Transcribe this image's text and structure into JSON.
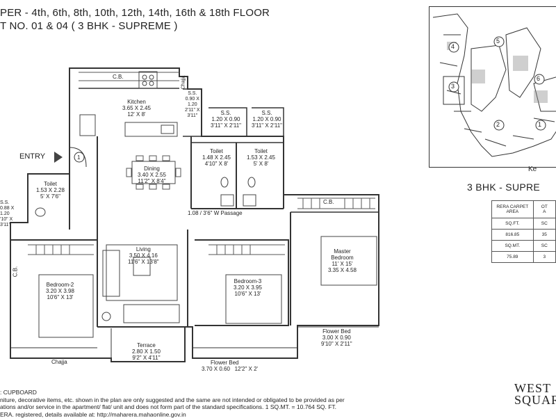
{
  "header": {
    "line1": "PER - 4th, 6th, 8th, 10th, 12th, 14th, 16th  & 18th FLOOR",
    "line2": "T NO. 01 & 04 ( 3 BHK - SUPREME )"
  },
  "entry": {
    "label": "ENTRY",
    "number": "1"
  },
  "rooms": {
    "kitchen": {
      "name": "Kitchen",
      "metric": "3.65 X 2.45",
      "imperial": "12' X 8'"
    },
    "dining": {
      "name": "Dining",
      "metric": "3.40 X 2.55",
      "imperial": "11'2\" X 8'4\""
    },
    "toilet_left": {
      "name": "Toilet",
      "metric": "1.53 X 2.28",
      "imperial": "5' X 7'6\""
    },
    "toilet_mid": {
      "name": "Toilet",
      "metric": "1.48 X 2.45",
      "imperial": "4'10\" X 8'"
    },
    "toilet_right": {
      "name": "Toilet",
      "metric": "1.53 X 2.45",
      "imperial": "5' X 8'"
    },
    "ss_kitchen": {
      "name": "S.S.",
      "metric": "0.90 X",
      "metric2": "1.20",
      "imperial": "2'11\" X",
      "imperial2": "3'11\""
    },
    "ss_mid": {
      "name": "S.S.",
      "metric": "1.20 X 0.90",
      "imperial": "3'11\" X 2'11\""
    },
    "ss_right": {
      "name": "S.S.",
      "metric": "1.20 X 0.90",
      "imperial": "3'11\" X 2'11\""
    },
    "ss_left": {
      "name": "S.S.",
      "metric": "0.88 X",
      "metric2": "1.20",
      "imperial": "'10\" X",
      "imperial2": "3'11\""
    },
    "living": {
      "name": "Living",
      "metric": "3.50 X 4.16",
      "imperial": "11'6\" X 13'8\""
    },
    "bedroom2": {
      "name": "Bedroom-2",
      "metric": "3.20 X 3.98",
      "imperial": "10'6\" X 13'"
    },
    "bedroom3": {
      "name": "Bedroom-3",
      "metric": "3.20 X 3.95",
      "imperial": "10'6\" X 13'"
    },
    "master": {
      "name": "Master",
      "name2": "Bedroom",
      "metric": "11' X 15'",
      "imperial": "3.35 X 4.58"
    },
    "terrace": {
      "name": "Terrace",
      "metric": "2.80 X 1.50",
      "imperial": "9'2\" X 4'11\""
    },
    "flowerbed_right": {
      "name": "Flower Bed",
      "metric": "3.00 X 0.90",
      "imperial": "9'10\" X 2'11\""
    },
    "flowerbed_bottom": {
      "name": "Flower Bed",
      "metric": "3.70 X 0.60",
      "imperial": "12'2\" X 2'"
    },
    "passage": {
      "label": "1.08 / 3'6\" W Passage"
    }
  },
  "labels": {
    "cb_top": "C.B.",
    "cb_right": "C.B.",
    "cb_left": "C.B.",
    "chajja_top": "Chajja",
    "chajja_bottom": "Chajja"
  },
  "key_plan": {
    "caption": "Ke",
    "units": [
      "1",
      "2",
      "3",
      "4",
      "5",
      "6"
    ]
  },
  "variant_title": "3 BHK - SUPRE",
  "rera_table": {
    "head1": "RERA CARPET",
    "head1b": "AREA",
    "head2": "OT",
    "head2b": "A",
    "rows": [
      {
        "a": "SQ.FT.",
        "b": "SC"
      },
      {
        "a": "816.85",
        "b": "35"
      },
      {
        "a": "SQ.MT.",
        "b": "SC"
      },
      {
        "a": "75.89",
        "b": "3"
      }
    ]
  },
  "legend": {
    "line1": ": CUPBOARD",
    "line2": "niture, decorative items, etc. shown in the plan are only suggested and the same are not intended or obligated to be provided as per",
    "line3": "ations and/or service in the apartment/ flat/ unit and does not form part of the standard specifications. 1 SQ.MT. = 10.764 SQ. FT.",
    "line4": "ERA. registered, details available at: http://maharera.mahaonline.gov.in"
  },
  "brand": {
    "line1": "WEST",
    "line2": "SQUAR"
  }
}
